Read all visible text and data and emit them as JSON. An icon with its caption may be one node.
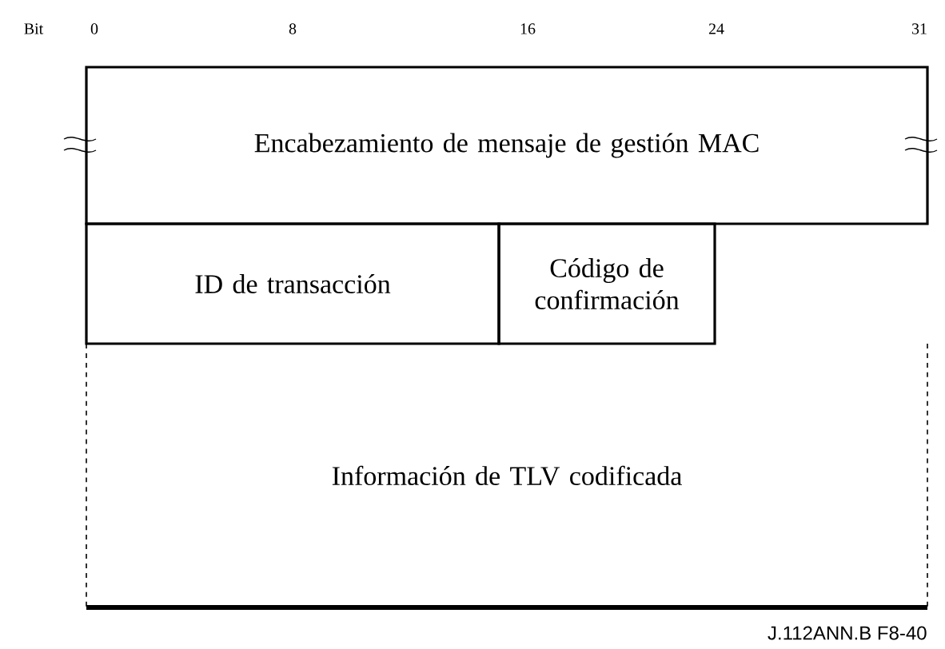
{
  "diagram": {
    "nodes": [
      {
        "text": [
          "Encabezamiento de mensaje de gestión MAC"
        ]
      },
      {
        "text": [
          "ID de transacción"
        ]
      },
      {
        "text": [
          "Código de confirmación"
        ]
      },
      {
        "text": [
          "Información de TLV codificada"
        ]
      }
    ],
    "edges": [],
    "labels": [
      "Bit",
      "0",
      "8",
      "16",
      "24",
      "31",
      "J.112ANN.B  F8-40"
    ]
  }
}
